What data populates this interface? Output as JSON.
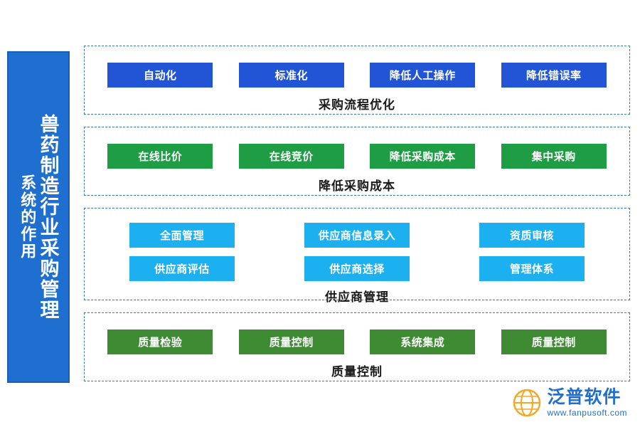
{
  "left_title": {
    "line1": "兽药制造行业采购管理",
    "line2": "系统的作用"
  },
  "sections": [
    {
      "label": "采购流程优化",
      "color": "#2255d6",
      "rows": [
        [
          "自动化",
          "标准化",
          "降低人工操作",
          "降低错误率"
        ]
      ]
    },
    {
      "label": "降低采购成本",
      "color": "#1f9d45",
      "rows": [
        [
          "在线比价",
          "在线竞价",
          "降低采购成本",
          "集中采购"
        ]
      ]
    },
    {
      "label": "供应商管理",
      "color": "#1cb0f0",
      "rows": [
        [
          "全面管理",
          "供应商信息录入",
          "资质审核"
        ],
        [
          "供应商评估",
          "供应商选择",
          "管理体系"
        ]
      ]
    },
    {
      "label": "质量控制",
      "color": "#3f8b34",
      "rows": [
        [
          "质量检验",
          "质量控制",
          "系统集成",
          "质量控制"
        ]
      ]
    }
  ],
  "logo": {
    "name": "泛普软件",
    "url": "www.fanpusoft.com",
    "mark": "globe-icon"
  }
}
